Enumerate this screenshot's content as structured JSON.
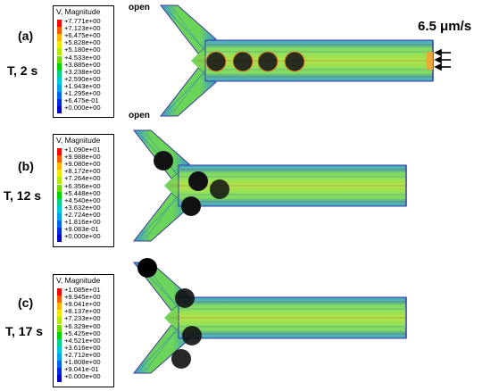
{
  "panels": [
    {
      "id": "a",
      "label": "(a)",
      "time": "T, 2 s",
      "legend_title": "V, Magnitude",
      "legend_values": [
        "+7.771e+00",
        "+7.123e+00",
        "+6.475e+00",
        "+5.828e+00",
        "+5.180e+00",
        "+4.533e+00",
        "+3.885e+00",
        "+3.238e+00",
        "+2.590e+00",
        "+1.943e+00",
        "+1.295e+00",
        "+6.475e-01",
        "+0.000e+00"
      ]
    },
    {
      "id": "b",
      "label": "(b)",
      "time": "T, 12 s",
      "legend_title": "V, Magnitude",
      "legend_values": [
        "+1.090e+01",
        "+9.988e+00",
        "+9.080e+00",
        "+8.172e+00",
        "+7.264e+00",
        "+6.356e+00",
        "+5.448e+00",
        "+4.540e+00",
        "+3.632e+00",
        "+2.724e+00",
        "+1.816e+00",
        "+9.083e-01",
        "+0.000e+00"
      ]
    },
    {
      "id": "c",
      "label": "(c)",
      "time": "T, 17 s",
      "legend_title": "V, Magnitude",
      "legend_values": [
        "+1.085e+01",
        "+9.945e+00",
        "+9.041e+00",
        "+8.137e+00",
        "+7.233e+00",
        "+6.329e+00",
        "+5.425e+00",
        "+4.521e+00",
        "+3.616e+00",
        "+2.712e+00",
        "+1.808e+00",
        "+9.041e-01",
        "+0.000e+00"
      ]
    }
  ],
  "inlet_speed": "6.5 μm/s",
  "outlet_top_label": "open",
  "outlet_bottom_label": "open",
  "colors": {
    "legend_scale": [
      "#ff0000",
      "#ff5a00",
      "#ffb400",
      "#f0e800",
      "#b4e600",
      "#6edc00",
      "#00d200",
      "#00d28c",
      "#00c8dc",
      "#00a0f0",
      "#0064f0",
      "#0028e6",
      "#0000c8"
    ],
    "channel": "#5fd25a",
    "wall": "#3c3c96",
    "particle": "#0a0a0a"
  }
}
